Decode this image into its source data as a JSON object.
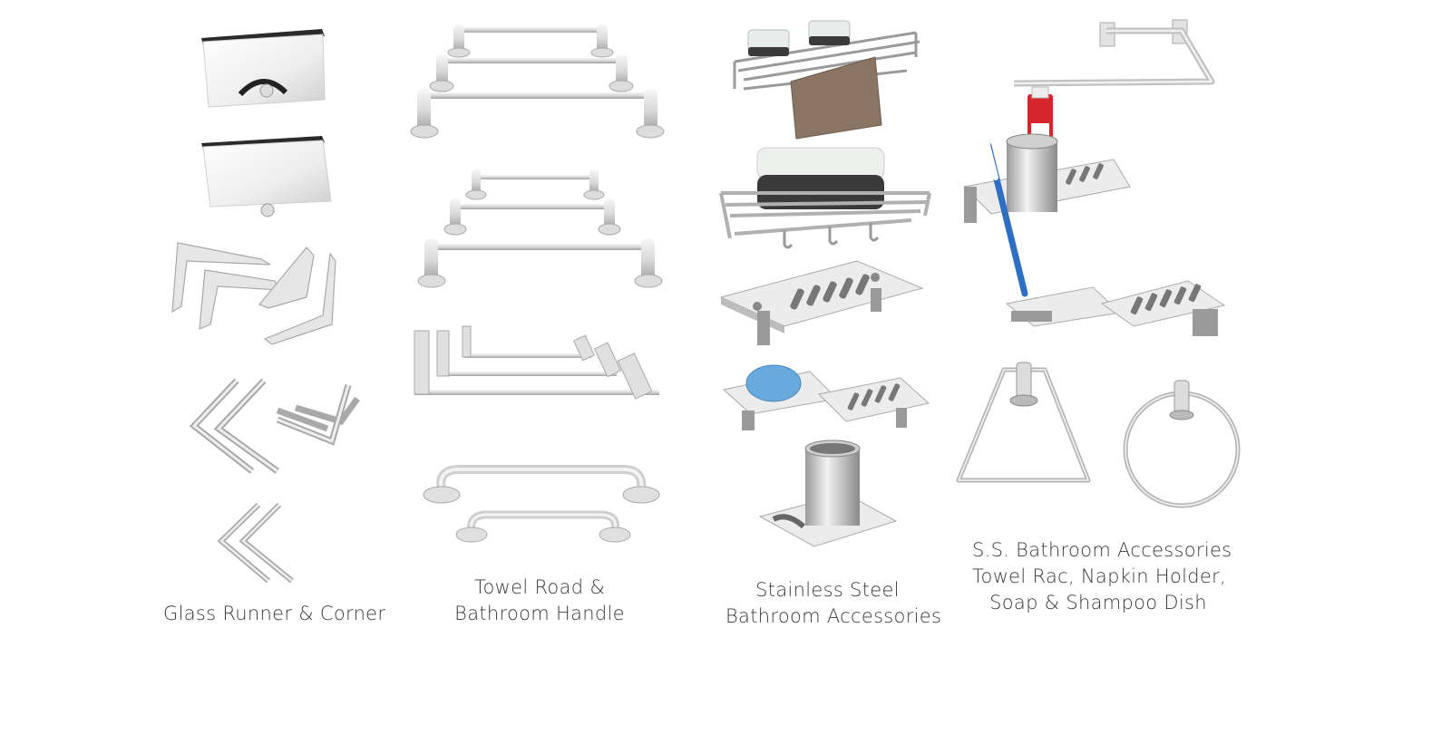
{
  "colors": {
    "steel_light": "#f2f2f2",
    "steel_mid": "#c8c8c8",
    "steel_dark": "#8c8c8c",
    "caption_text": "#3a3a3a",
    "towel_brown": "#8a7564",
    "towel_white": "#eef0ee",
    "towel_black": "#3a3a3a",
    "soap_blue": "#6aa9dc",
    "toothpaste_red": "#d6262b",
    "toothbrush_blue": "#2f6fc3"
  },
  "columns": [
    {
      "id": "glass-runner",
      "caption_lines": [
        "Glass Runner & Corner"
      ],
      "products": [
        "glass-runner-clamp",
        "glass-runner-clamp",
        "corner-bracket-set",
        "corner-bracket-set",
        "corner-bracket-pair"
      ]
    },
    {
      "id": "towel-rod",
      "caption_lines": [
        "Towel Road &",
        "Bathroom Handle"
      ],
      "products": [
        "towel-rod-set",
        "towel-rod-set",
        "square-towel-rod-set",
        "grab-handle-set"
      ]
    },
    {
      "id": "stainless-accessories",
      "caption_lines": [
        "Stainless Steel",
        "Bathroom Accessories"
      ],
      "products": [
        "towel-shelf-with-bar",
        "towel-shelf-with-hooks",
        "soap-dish",
        "double-soap-dish",
        "tumbler-holder"
      ]
    },
    {
      "id": "ss-accessories",
      "caption_lines": [
        "S.S. Bathroom Accessories",
        "Towel Rac, Napkin Holder,",
        "Soap & Shampoo Dish"
      ],
      "products": [
        "napkin-holder",
        "tumbler-soap-holder",
        "double-soap-dish",
        "square-napkin-ring",
        "round-napkin-ring"
      ]
    }
  ]
}
